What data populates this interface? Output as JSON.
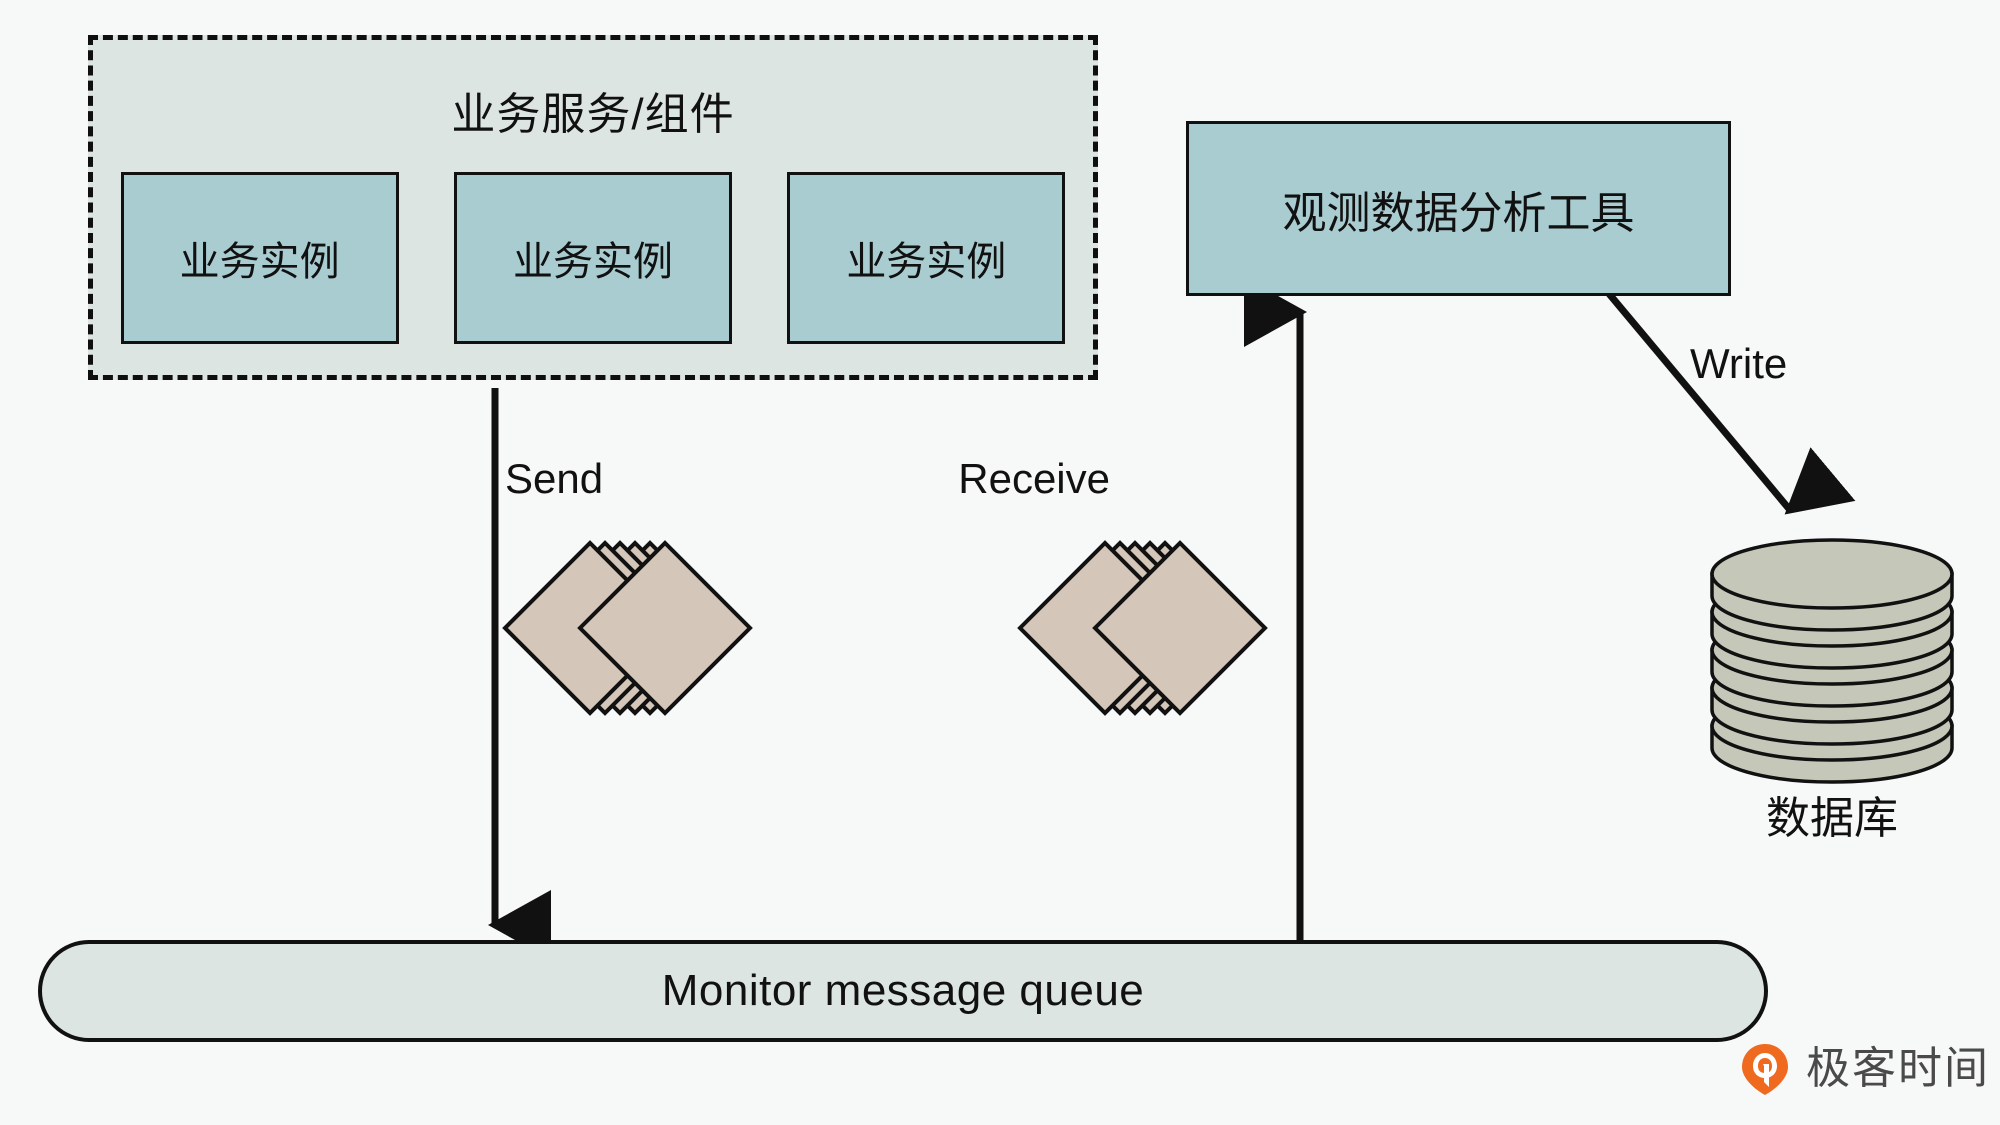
{
  "diagram": {
    "title": "Monitor message queue architecture",
    "background_color": "#f7f8f8"
  },
  "service_group": {
    "title": "业务服务/组件",
    "fill_color": "#dde5e3",
    "border_style": "dashed",
    "instances": [
      {
        "label": "业务实例"
      },
      {
        "label": "业务实例"
      },
      {
        "label": "业务实例"
      }
    ],
    "instance_fill_color": "#a9ccd1"
  },
  "analysis_tool": {
    "label": "观测数据分析工具",
    "fill_color": "#a9ccd1"
  },
  "database": {
    "label": "数据库",
    "fill_color": "#c5c7b9",
    "disk_count": 5
  },
  "queue": {
    "label": "Monitor message queue",
    "fill_color": "#dde5e3"
  },
  "edges": [
    {
      "label": "Send",
      "from": "业务服务/组件",
      "to": "Monitor message queue",
      "direction": "down"
    },
    {
      "label": "Receive",
      "from": "Monitor message queue",
      "to": "观测数据分析工具",
      "direction": "up"
    },
    {
      "label": "Write",
      "from": "观测数据分析工具",
      "to": "数据库",
      "direction": "diagonal-down-right"
    }
  ],
  "message_stacks": [
    {
      "name": "send-messages",
      "shape": "diamond",
      "count": 5,
      "fill_color": "#d4c7ba"
    },
    {
      "name": "receive-messages",
      "shape": "diamond",
      "count": 5,
      "fill_color": "#d4c7ba"
    }
  ],
  "watermark": {
    "text": "极客时间",
    "mark_color": "#ef6a1f"
  }
}
